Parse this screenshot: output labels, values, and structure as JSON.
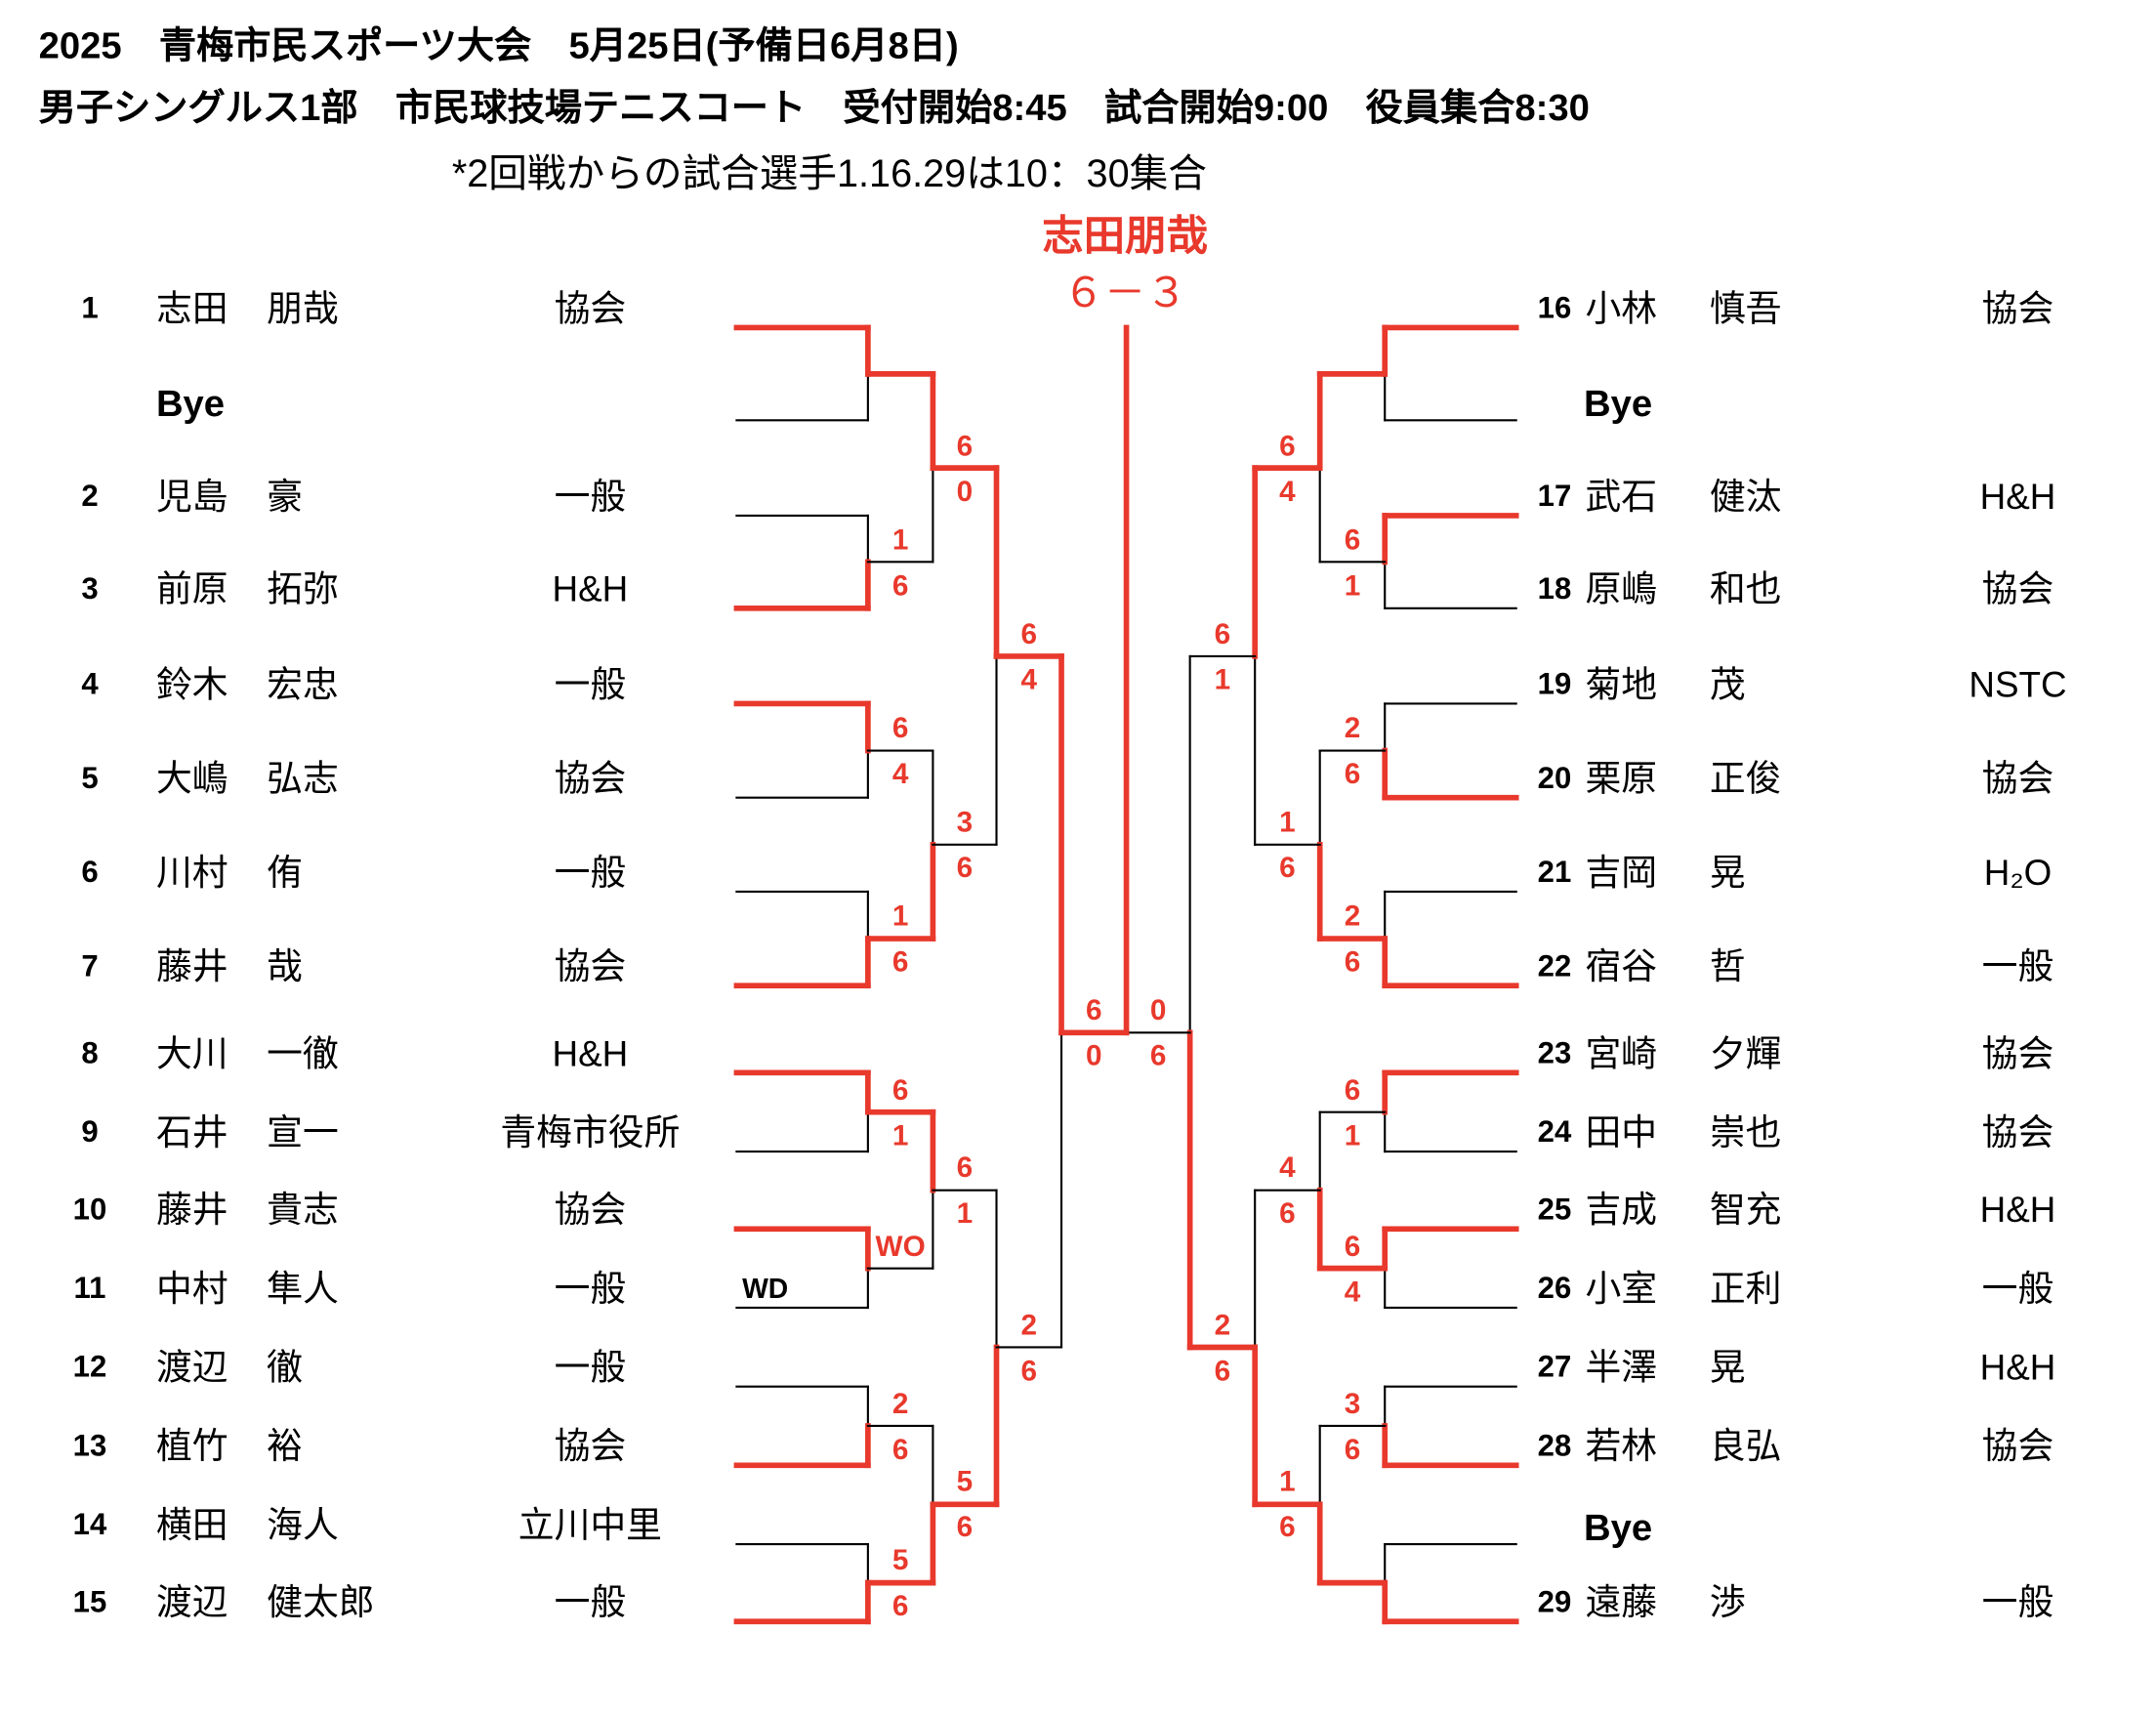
{
  "header": {
    "line1": "2025　青梅市民スポーツ大会　5月25日(予備日6月8日)",
    "line2": "男子シングルス1部　市民球技場テニスコート　受付開始8:45　試合開始9:00　役員集合8:30",
    "note": "*2回戦からの試合選手1.16.29は10：30集合"
  },
  "champion": {
    "name": "志田朋哉",
    "score": "６－３"
  },
  "colors": {
    "winner": "#e8392c",
    "line": "#000000"
  },
  "left": [
    {
      "num": "1",
      "sur": "志田",
      "given": "朋哉",
      "aff": "協会"
    },
    {
      "bye": "Bye"
    },
    {
      "num": "2",
      "sur": "児島",
      "given": "豪",
      "aff": "一般"
    },
    {
      "num": "3",
      "sur": "前原",
      "given": "拓弥",
      "aff": "H&H"
    },
    {
      "num": "4",
      "sur": "鈴木",
      "given": "宏忠",
      "aff": "一般"
    },
    {
      "num": "5",
      "sur": "大嶋",
      "given": "弘志",
      "aff": "協会"
    },
    {
      "num": "6",
      "sur": "川村",
      "given": "侑",
      "aff": "一般"
    },
    {
      "num": "7",
      "sur": "藤井",
      "given": "哉",
      "aff": "協会"
    },
    {
      "num": "8",
      "sur": "大川",
      "given": "一徹",
      "aff": "H&H"
    },
    {
      "num": "9",
      "sur": "石井",
      "given": "宣一",
      "aff": "青梅市役所"
    },
    {
      "num": "10",
      "sur": "藤井",
      "given": "貴志",
      "aff": "協会"
    },
    {
      "num": "11",
      "sur": "中村",
      "given": "隼人",
      "aff": "一般"
    },
    {
      "num": "12",
      "sur": "渡辺",
      "given": "徹",
      "aff": "一般"
    },
    {
      "num": "13",
      "sur": "植竹",
      "given": "裕",
      "aff": "協会"
    },
    {
      "num": "14",
      "sur": "横田",
      "given": "海人",
      "aff": "立川中里"
    },
    {
      "num": "15",
      "sur": "渡辺",
      "given": "健太郎",
      "aff": "一般"
    }
  ],
  "right": [
    {
      "num": "16",
      "sur": "小林",
      "given": "慎吾",
      "aff": "協会"
    },
    {
      "bye": "Bye"
    },
    {
      "num": "17",
      "sur": "武石",
      "given": "健汰",
      "aff": "H&H"
    },
    {
      "num": "18",
      "sur": "原嶋",
      "given": "和也",
      "aff": "協会"
    },
    {
      "num": "19",
      "sur": "菊地",
      "given": "茂",
      "aff": "NSTC"
    },
    {
      "num": "20",
      "sur": "栗原",
      "given": "正俊",
      "aff": "協会"
    },
    {
      "num": "21",
      "sur": "吉岡",
      "given": "晃",
      "aff": "H₂O"
    },
    {
      "num": "22",
      "sur": "宿谷",
      "given": "哲",
      "aff": "一般"
    },
    {
      "num": "23",
      "sur": "宮崎",
      "given": "夕輝",
      "aff": "協会"
    },
    {
      "num": "24",
      "sur": "田中",
      "given": "崇也",
      "aff": "協会"
    },
    {
      "num": "25",
      "sur": "吉成",
      "given": "智充",
      "aff": "H&H"
    },
    {
      "num": "26",
      "sur": "小室",
      "given": "正利",
      "aff": "一般"
    },
    {
      "num": "27",
      "sur": "半澤",
      "given": "晃",
      "aff": "H&H"
    },
    {
      "num": "28",
      "sur": "若林",
      "given": "良弘",
      "aff": "協会"
    },
    {
      "bye": "Bye"
    },
    {
      "num": "29",
      "sur": "遠藤",
      "given": "渉",
      "aff": "一般"
    }
  ],
  "withdrawal_label": "WD",
  "bracket": {
    "left": [
      [
        {
          "w": 0
        },
        {
          "w": 1,
          "s": [
            "1",
            "6"
          ]
        },
        {
          "w": 0,
          "s": [
            "6",
            "4"
          ]
        },
        {
          "w": 1,
          "s": [
            "1",
            "6"
          ]
        },
        {
          "w": 0,
          "s": [
            "6",
            "1"
          ]
        },
        {
          "w": 0,
          "s": [
            "WO",
            ""
          ]
        },
        {
          "w": 1,
          "s": [
            "2",
            "6"
          ]
        },
        {
          "w": 1,
          "s": [
            "5",
            "6"
          ]
        }
      ],
      [
        {
          "w": 0,
          "s": [
            "6",
            "0"
          ]
        },
        {
          "w": 1,
          "s": [
            "3",
            "6"
          ]
        },
        {
          "w": 0,
          "s": [
            "6",
            "1"
          ]
        },
        {
          "w": 1,
          "s": [
            "5",
            "6"
          ]
        }
      ],
      [
        {
          "w": 0,
          "s": [
            "6",
            "4"
          ]
        },
        {
          "w": 1,
          "s": [
            "2",
            "6"
          ]
        }
      ],
      [
        {
          "w": 0,
          "s": [
            "6",
            "0"
          ],
          "won_final": true
        }
      ]
    ],
    "right": [
      [
        {
          "w": 0
        },
        {
          "w": 0,
          "s": [
            "6",
            "1"
          ]
        },
        {
          "w": 1,
          "s": [
            "2",
            "6"
          ]
        },
        {
          "w": 1,
          "s": [
            "2",
            "6"
          ]
        },
        {
          "w": 0,
          "s": [
            "6",
            "1"
          ]
        },
        {
          "w": 0,
          "s": [
            "6",
            "4"
          ]
        },
        {
          "w": 1,
          "s": [
            "3",
            "6"
          ]
        },
        {
          "w": 1
        }
      ],
      [
        {
          "w": 0,
          "s": [
            "6",
            "4"
          ]
        },
        {
          "w": 1,
          "s": [
            "1",
            "6"
          ]
        },
        {
          "w": 1,
          "s": [
            "4",
            "6"
          ]
        },
        {
          "w": 1,
          "s": [
            "1",
            "6"
          ]
        }
      ],
      [
        {
          "w": 0,
          "s": [
            "6",
            "1"
          ]
        },
        {
          "w": 1,
          "s": [
            "2",
            "6"
          ]
        }
      ],
      [
        {
          "w": 1,
          "s": [
            "0",
            "6"
          ],
          "won_final": false
        }
      ]
    ]
  }
}
